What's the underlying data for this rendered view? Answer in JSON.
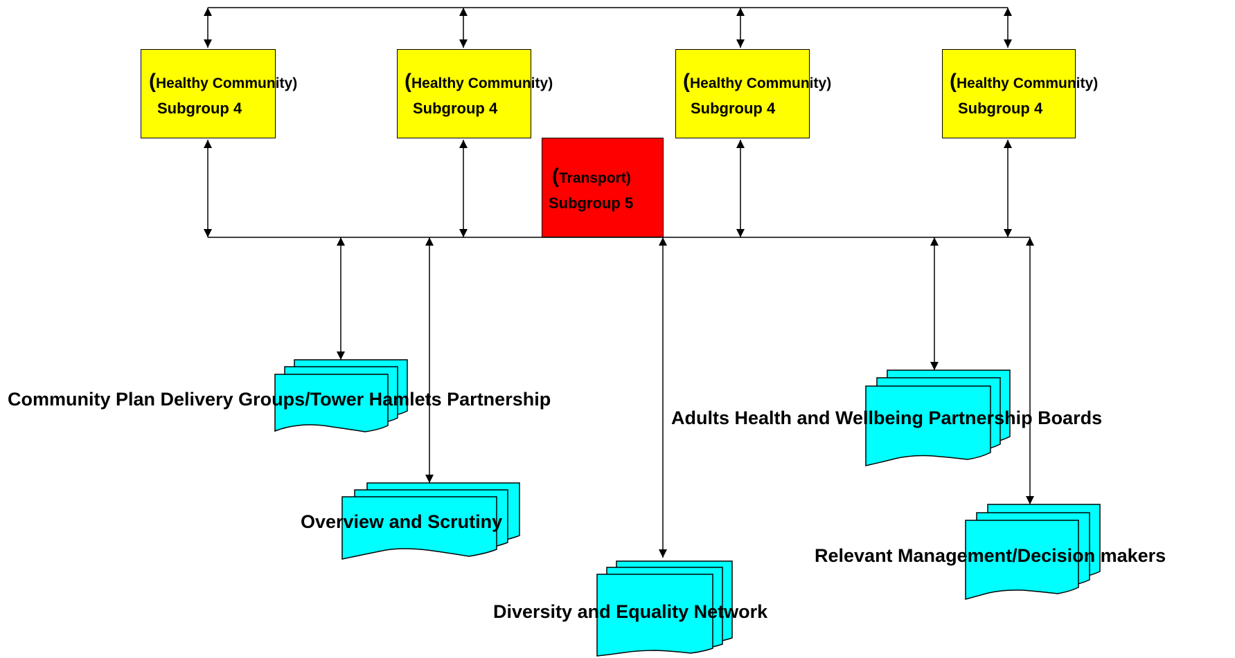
{
  "colors": {
    "subgroup_fill": "#ffff00",
    "transport_fill": "#ff0000",
    "document_fill": "#00ffff",
    "line": "#000000"
  },
  "subgroups": [
    {
      "paren": "(",
      "line1": "Healthy  Community)",
      "line2": "Subgroup 4"
    },
    {
      "paren": "(",
      "line1": "Healthy  Community)",
      "line2": "Subgroup 4"
    },
    {
      "paren": "(",
      "line1": "Healthy  Community)",
      "line2": "Subgroup 4"
    },
    {
      "paren": "(",
      "line1": "Healthy  Community)",
      "line2": "Subgroup 4"
    }
  ],
  "transport": {
    "paren": "(",
    "line1": "Transport)",
    "line2": "Subgroup 5"
  },
  "documents": [
    {
      "label": "Community Plan Delivery Groups/Tower Hamlets Partnership"
    },
    {
      "label": "Overview and Scrutiny"
    },
    {
      "label": "Diversity and Equality Network"
    },
    {
      "label": "Adults Health and Wellbeing Partnership Boards"
    },
    {
      "label": "Relevant Management/Decision makers"
    }
  ]
}
